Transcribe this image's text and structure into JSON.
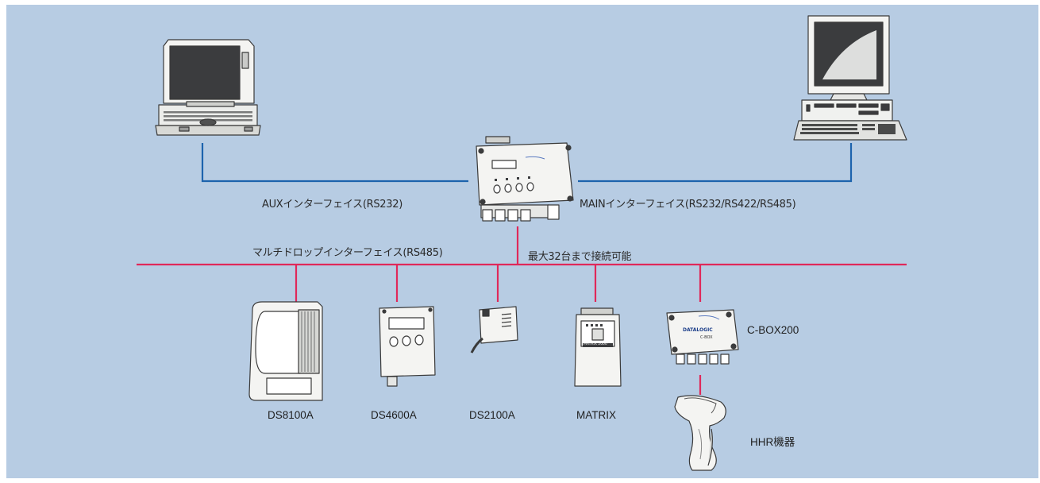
{
  "colors": {
    "panel_bg": "#b7cce3",
    "blue_line": "#1d63ad",
    "red_bus": "#e0285a",
    "device_fill": "#f4f4f2",
    "device_stroke": "#3a3a3a"
  },
  "interfaces": {
    "aux": "AUXインターフェイス(RS232)",
    "main": "MAINインターフェイス(RS232/RS422/RS485)",
    "multidrop": "マルチドロップインターフェイス(RS485)",
    "max_devices": "最大32台まで接続可能"
  },
  "devices": {
    "ds8100a": "DS8100A",
    "ds4600a": "DS4600A",
    "ds2100a": "DS2100A",
    "matrix": "MATRIX",
    "cbox200": "C-BOX200",
    "hhr": "HHR機器"
  },
  "logos": {
    "datalogic": "DATALOGIC",
    "cbox": "C-BOX",
    "matrix_2000": "MATRIX 2000"
  }
}
